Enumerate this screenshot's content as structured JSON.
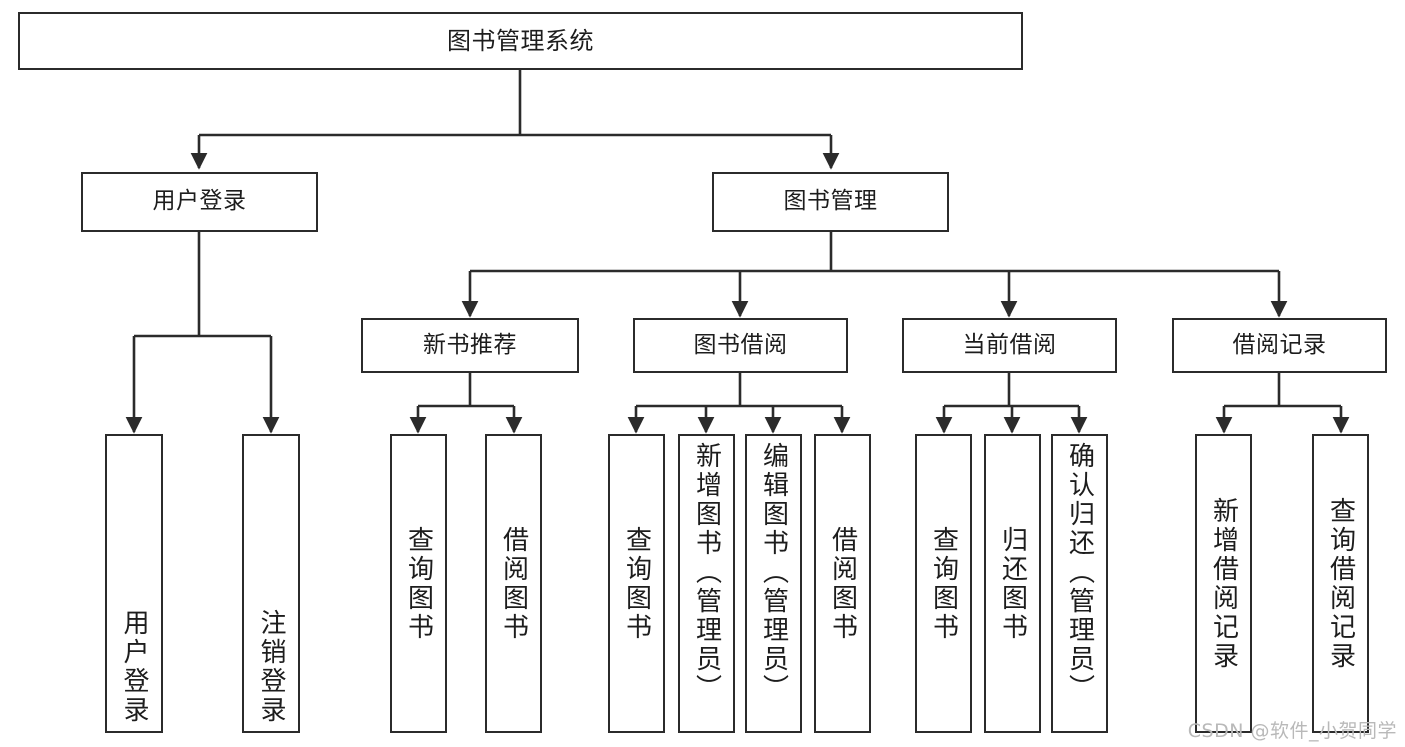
{
  "diagram": {
    "title": "图书管理系统",
    "type": "tree",
    "stroke_color": "#2b2b2b",
    "fill_color": "#ffffff",
    "text_color": "#1d1d1d"
  },
  "nodes": {
    "root": {
      "label": "图书管理系统"
    },
    "level1": [
      {
        "key": "user_login",
        "label": "用户登录"
      },
      {
        "key": "book_manage",
        "label": "图书管理"
      }
    ],
    "level2": [
      {
        "key": "new_book_rec",
        "label": "新书推荐"
      },
      {
        "key": "book_borrow",
        "label": "图书借阅"
      },
      {
        "key": "current_borrow",
        "label": "当前借阅"
      },
      {
        "key": "borrow_record",
        "label": "借阅记录"
      }
    ],
    "leaves": {
      "user_login": [
        {
          "key": "login",
          "label": "用户登录"
        },
        {
          "key": "logout",
          "label": "注销登录"
        }
      ],
      "new_book_rec": [
        {
          "key": "query_book_1",
          "label": "查询图书"
        },
        {
          "key": "borrow_book_1",
          "label": "借阅图书"
        }
      ],
      "book_borrow": [
        {
          "key": "query_book_2",
          "label": "查询图书"
        },
        {
          "key": "add_book",
          "label": "新增图书（管理员）"
        },
        {
          "key": "edit_book",
          "label": "编辑图书（管理员）"
        },
        {
          "key": "borrow_book_2",
          "label": "借阅图书"
        }
      ],
      "current_borrow": [
        {
          "key": "query_book_3",
          "label": "查询图书"
        },
        {
          "key": "return_book",
          "label": "归还图书"
        },
        {
          "key": "confirm_return",
          "label": "确认归还（管理员）"
        }
      ],
      "borrow_record": [
        {
          "key": "add_record",
          "label": "新增借阅记录"
        },
        {
          "key": "query_record",
          "label": "查询借阅记录"
        }
      ]
    }
  },
  "watermark": {
    "text": "CSDN @软件_小贺同学",
    "color": "#b9b9b9"
  }
}
